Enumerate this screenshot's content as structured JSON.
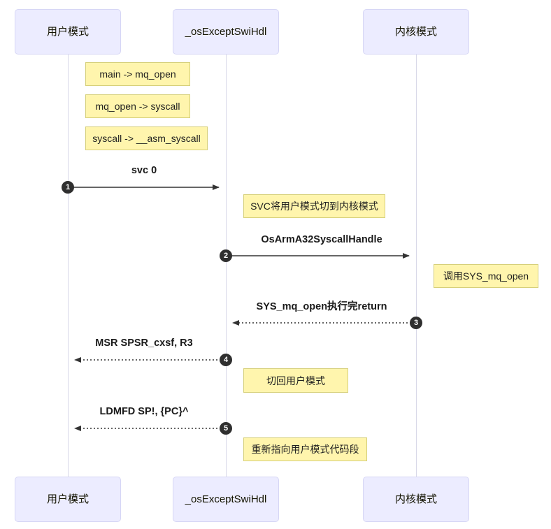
{
  "diagram": {
    "title": "ARM syscall sequence diagram",
    "type": "sequence-diagram",
    "colors": {
      "participant_fill": "#ECECFF",
      "participant_stroke": "#d6d6f5",
      "note_fill": "#FFF5AD",
      "note_stroke": "#d6cf7a",
      "line": "#333333",
      "lifeline": "#d8d8e8",
      "seq_badge": "#2f2f2f",
      "background": "#ffffff"
    }
  },
  "participants": [
    {
      "id": "user",
      "label": "用户模式"
    },
    {
      "id": "handler",
      "label": "_osExceptSwiHdl"
    },
    {
      "id": "kernel",
      "label": "内核模式"
    }
  ],
  "notes": [
    {
      "id": "note-main-mqopen",
      "text": "main -> mq_open"
    },
    {
      "id": "note-mqopen-syscall",
      "text": "mq_open -> syscall"
    },
    {
      "id": "note-syscall-asm",
      "text": "syscall -> __asm_syscall"
    },
    {
      "id": "note-svc-switch",
      "text": "SVC将用户模式切到内核模式"
    },
    {
      "id": "note-call-sys-mqopen",
      "text": "调用SYS_mq_open"
    },
    {
      "id": "note-switch-back-user",
      "text": "切回用户模式"
    },
    {
      "id": "note-repoint-usercode",
      "text": "重新指向用户模式代码段"
    }
  ],
  "messages": [
    {
      "seq": "1",
      "label": "svc 0",
      "from": "user",
      "to": "handler",
      "style": "solid"
    },
    {
      "seq": "2",
      "label": "OsArmA32SyscallHandle",
      "from": "handler",
      "to": "kernel",
      "style": "solid"
    },
    {
      "seq": "3",
      "label": "SYS_mq_open执行完return",
      "from": "kernel",
      "to": "handler",
      "style": "dotted"
    },
    {
      "seq": "4",
      "label": "MSR SPSR_cxsf, R3",
      "from": "handler",
      "to": "user",
      "style": "dotted"
    },
    {
      "seq": "5",
      "label": "LDMFD SP!, {PC}^",
      "from": "handler",
      "to": "user",
      "style": "dotted"
    }
  ]
}
